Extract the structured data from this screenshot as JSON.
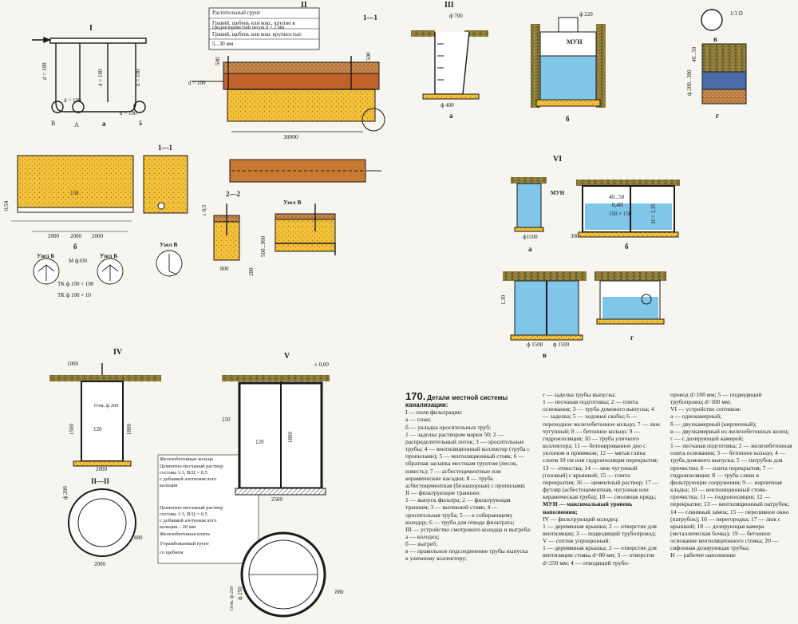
{
  "figure": {
    "number": "170.",
    "title": "Детали местной системы канализации:"
  },
  "sections": {
    "I": "I",
    "II": "II",
    "III": "III",
    "IV": "IV",
    "V": "V",
    "VI": "VI",
    "sec_1_1": "1—1",
    "sec_2_2": "2—2",
    "sec_II_II": "II—II"
  },
  "layer_labels": {
    "plant_soil": "Растительный грунт",
    "gravel_1": "Гравий, щебень или кокс, крупно в",
    "sand": "среднезернистый песок d = 2 мм",
    "gravel_2": "Гравий, щебень или кокс крупностью",
    "size": "5...30 мм"
  },
  "material_labels": {
    "rings": "Железобетонные кольца",
    "mortar_1": "Цементно-песчаный раствор",
    "mortar_1_ratio": "состава 1:3, В/Ц = 0,5",
    "additive_1": "с добавкой азотнокислого",
    "additive_1b": "кальция",
    "mortar_2": "Цементно-песчаный раствор",
    "mortar_2_ratio": "состава 1:3, В/Ц = 0,5",
    "additive_2": "с добавкой азотнокислого",
    "additive_2b": "кальция – 20 мм",
    "slab": "Железобетонная плита",
    "soil": "Утрамбованный грунт",
    "crushed": "со щебнем"
  },
  "nodes": {
    "node_b": "Узел Б",
    "node_b2": "Узел Б",
    "node_v": "Узел В",
    "node_v2": "Узел В",
    "tk1": "ТК ф 100 × 100",
    "tk2": "ТК ф 100 × 10",
    "m": "М ф100",
    "mun": "МУН"
  },
  "dimensions": {
    "d100": "d = 100",
    "d100b": "d = 100",
    "d100c": "d = 100",
    "d100d": "d = 100",
    "d100e": "d = 100",
    "d100f": "d = 100",
    "l30000": "30000",
    "l500a": "500",
    "l500b": "500",
    "l2000a": "2000",
    "l2000b": "2000",
    "l2000c": "2000",
    "l150": "150",
    "l800": "800",
    "l200": "200",
    "l1000": "1000",
    "l1500": "1500",
    "l1800": "1800",
    "l1800b": "1800",
    "l2000d": "2000",
    "l2500": "2500",
    "l880": "880",
    "l880b": "880",
    "l120": "120",
    "l120b": "120",
    "l250": "250",
    "l2000e": "2000",
    "phi700": "ф 700",
    "phi400": "ф 400",
    "phi220": "ф 220",
    "phi1500": "ф1500",
    "phi1500b": "ф 1500",
    "phi1500c": "ф 1500",
    "phi200": "ф 200",
    "phi250": "ф 250",
    "otm200": "Отм. ф 200",
    "otm250": "Отм. ф 250",
    "pm000": "± 0,00",
    "h135": "H = 1,35",
    "dim4050": "40...50",
    "dim150": "150 × 150",
    "dim04h": "0,4H",
    "dim300": "300",
    "dim130": "1,30",
    "dim13d": "1/3 D",
    "dim200300": "ф 200...300",
    "l054": "0,54",
    "l05": "≥ 0,5",
    "l500900": "500...900"
  },
  "sub_letters": {
    "a": "а",
    "b": "б",
    "v": "в",
    "g": "г",
    "A": "А",
    "B": "Б",
    "V": "В"
  },
  "caption_col1": [
    {
      "t": "I — поля фильтрации:",
      "b": false
    },
    {
      "t": "а — план;",
      "b": false
    },
    {
      "t": "б — укладка оросительных труб;",
      "b": false
    },
    {
      "t": "1 — заделка раствором марки 50; 2 — распределительный лоток; 3 — оросительные трубы; 4 — вентиляционный коллектор (труба с пропилами); 5 — вентиляционный стояк; 6 — обратная засыпка местным грунтом (песок, известь); 7 — асбестоцементные или керамические насадки; 8 — труба асбестоцементная (безнапорная) с пропилами;",
      "b": false
    },
    {
      "t": "II — фильтрующие траншеи:",
      "b": false
    },
    {
      "t": "1 — выпуск фильтра; 2 — фильтрующая траншея; 3 — вытяжной стояк; 4 — оросительная труба; 5 — к собирающему колодцу; 6 — труба для отвода фильтрата;",
      "b": false
    },
    {
      "t": "III — устройство смотрового колодца и выгреба:",
      "b": false
    },
    {
      "t": "а — колодец;",
      "b": false
    },
    {
      "t": "б — выгреб;",
      "b": false
    },
    {
      "t": "в — правильное подсоединение трубы выпуска к уличному коллектору;",
      "b": false
    }
  ],
  "caption_col2": [
    {
      "t": "г — заделка трубы выпуска;",
      "b": false
    },
    {
      "t": "1 — песчаная подготовка; 2 — плита основания; 3 — труба домового выпуска; 4 — заделка; 5 — ходовые скобы; 6 — переходное железобетонное кольцо; 7 — люк чугунный; 8 — бетонное кольцо; 9 — гидроизоляция; 10 — труба уличного коллектора; 11 — бетонированное дно с уклоном и приямком; 12 — мятая глина слоем 10 см или гидроизоляция перекрытия; 13 — отмостка; 14 — люк чугунный (газовый) с крышкой; 15 — плита перекрытия; 16 — цементный раствор; 17 — футляр (асбестоцементная, чугунная или керамическая труба); 18 — смоляная прядь;",
      "b": false
    },
    {
      "t": "МУН — максимальный уровень наполнения;",
      "b": true
    },
    {
      "t": "IV — фильтрующий колодец:",
      "b": false
    },
    {
      "t": "1 — деревянная крышка; 2 — отверстие для вентиляции; 3 — подводящий трубопровод;",
      "b": false
    },
    {
      "t": "V — септик упрощенный:",
      "b": false
    },
    {
      "t": "1 — деревянная крышка; 2 — отверстие для вентиляции стояка d=80 мм; 3 — отверстие d=250 мм; 4 — отводящий трубо-",
      "b": false
    }
  ],
  "caption_col3": [
    {
      "t": "провод d=100 мм; 5 — подводящий трубопровод d=100 мм;",
      "b": false
    },
    {
      "t": "VI — устройство септиков:",
      "b": false
    },
    {
      "t": "а — однокамерный;",
      "b": false
    },
    {
      "t": "б — двухкамерный (кирпичный);",
      "b": false
    },
    {
      "t": "в — двухкамерный из железобетонных колец;",
      "b": false
    },
    {
      "t": "г — с дозирующей камерой;",
      "b": false
    },
    {
      "t": "1 — песчаная подготовка; 2 — железобетонная плита основания; 3 — бетонное кольцо; 4 — труба домового выпуска; 5 — патрубок для прочистки; 6 — плита перекрытия; 7 — гидроизоляция; 8 — труба слива в фильтрующие сооружения; 9 — кирпичная кладка; 10 — вентиляционный стояк-прочистка; 11 — гидроизоляция; 12 — перекрытие; 13 — вентиляционный патрубок; 14 — глиняный замок; 15 — переливное окно (патрубок); 16 — перегородка; 17 — люк с крышкой; 18 — дозирующая камера (металлическая бочка); 19 — бетонное основание вентиляционного стояка; 20 — сифонная дозирующая трубка;",
      "b": false
    },
    {
      "t": "Н — рабочее наполнение",
      "b": false
    }
  ],
  "colors": {
    "sand": "#f2c23a",
    "sand_dark": "#d79c1e",
    "soil": "#b8602a",
    "water": "#7fc6e8",
    "concrete": "#8c8c8c",
    "line": "#1a1a1a",
    "background": "#f7f5ef",
    "earth_green": "#6e7a3a"
  }
}
